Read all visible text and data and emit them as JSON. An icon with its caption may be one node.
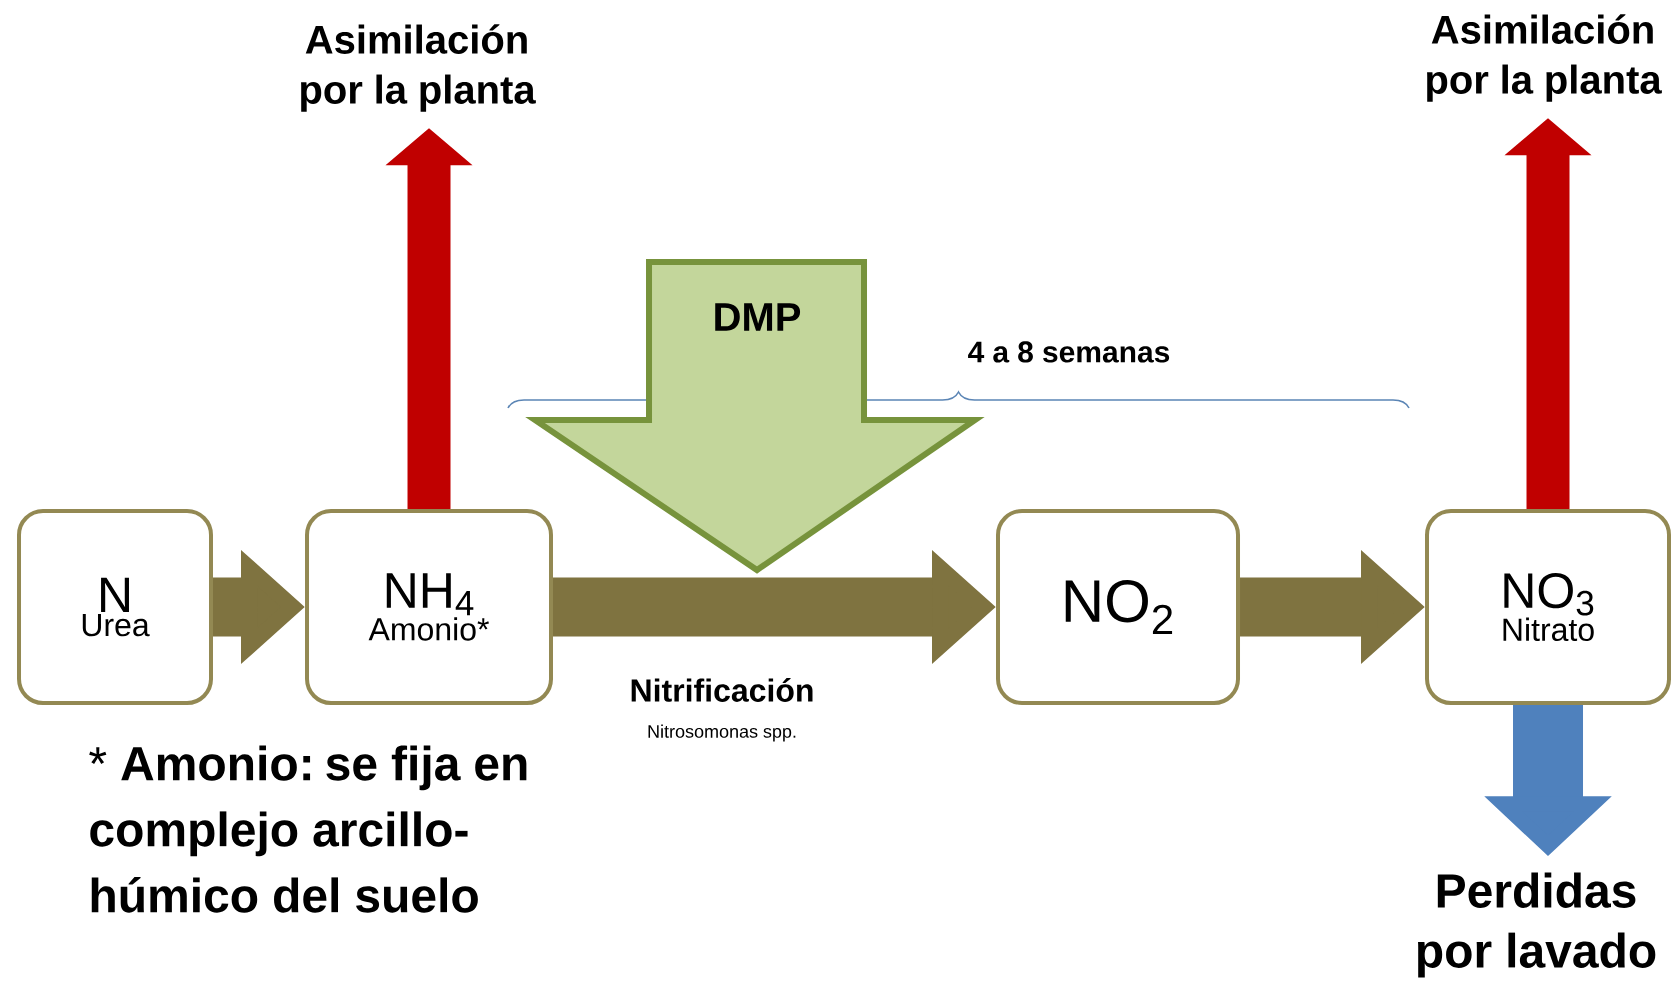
{
  "diagram": {
    "nodes": [
      {
        "text": [
          "Asimilación por la planta"
        ]
      },
      {
        "text": [
          "Asimilación por la planta"
        ]
      },
      {
        "text": [
          "DMP"
        ]
      },
      {
        "text": [
          "N",
          "Urea"
        ]
      },
      {
        "text": [
          "NH$_{4}$",
          "Amonio*"
        ]
      },
      {
        "text": [
          "NO$_{2}$"
        ]
      },
      {
        "text": [
          "NO$_{3}$",
          "Nitrato"
        ]
      },
      {
        "text": [
          "Perdidas por lavado"
        ]
      }
    ],
    "edges": [
      {
        "from": 3,
        "to": 4,
        "arrow": "to"
      },
      {
        "from": 4,
        "to": 5,
        "arrow": "to",
        "label": "Nitrificación"
      },
      {
        "from": 5,
        "to": 6,
        "arrow": "to"
      },
      {
        "from": 4,
        "to": 0,
        "arrow": "to",
        "color": "#c00000"
      },
      {
        "from": 6,
        "to": 1,
        "arrow": "to",
        "color": "#c00000"
      },
      {
        "from": 6,
        "to": 7,
        "arrow": "to",
        "color": "#4f81bd"
      }
    ],
    "labels": [
      "4 a 8 semanas",
      "Nitrosomonas spp.",
      "* **Amonio: se fija en complejo arcillo-húmico del suelo**"
    ]
  }
}
